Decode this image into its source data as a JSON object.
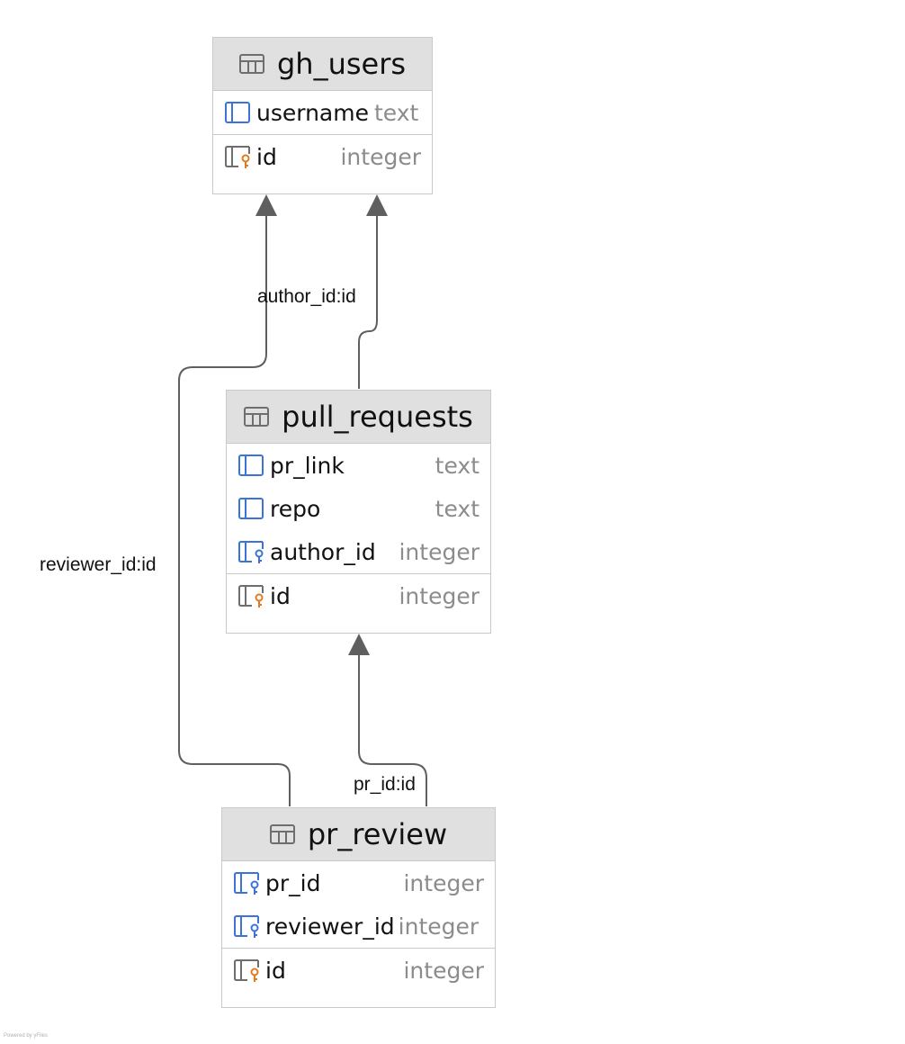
{
  "tables": {
    "gh_users": {
      "name": "gh_users",
      "columns": [
        {
          "name": "username",
          "type": "text",
          "icon": "column-icon"
        },
        {
          "name": "id",
          "type": "integer",
          "icon": "primary-key-column-icon"
        }
      ]
    },
    "pull_requests": {
      "name": "pull_requests",
      "columns": [
        {
          "name": "pr_link",
          "type": "text",
          "icon": "column-icon"
        },
        {
          "name": "repo",
          "type": "text",
          "icon": "column-icon"
        },
        {
          "name": "author_id",
          "type": "integer",
          "icon": "foreign-key-column-icon"
        },
        {
          "name": "id",
          "type": "integer",
          "icon": "primary-key-column-icon"
        }
      ]
    },
    "pr_review": {
      "name": "pr_review",
      "columns": [
        {
          "name": "pr_id",
          "type": "integer",
          "icon": "foreign-key-column-icon"
        },
        {
          "name": "reviewer_id",
          "type": "integer",
          "icon": "foreign-key-column-icon"
        },
        {
          "name": "id",
          "type": "integer",
          "icon": "primary-key-column-icon"
        }
      ]
    }
  },
  "relations": {
    "author": "author_id:id",
    "reviewer": "reviewer_id:id",
    "pr": "pr_id:id"
  },
  "footer": "Powered by yFiles",
  "colors": {
    "header_bg": "#e0e0e0",
    "border": "#c9c9c9",
    "edge": "#5f5f5f",
    "type_text": "#8c8c8c",
    "column_icon": "#3b73d9",
    "pk_key": "#e07b1f",
    "fk_key": "#3b73d9"
  }
}
